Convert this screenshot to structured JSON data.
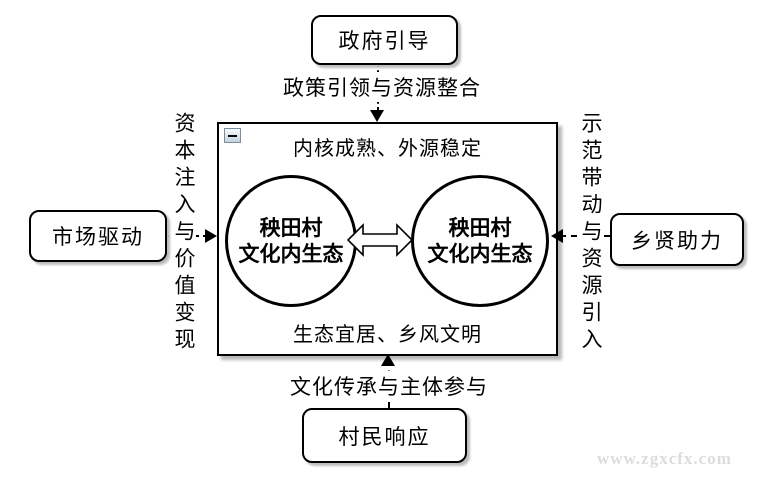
{
  "diagram": {
    "top_node_label": "政府引导",
    "top_edge_label": "政策引领与资源整合",
    "left_node_label": "市场驱动",
    "left_edge_label": "资本注入与价值变现",
    "right_node_label": "乡贤助力",
    "right_edge_label": "示范带动与资源引入",
    "bottom_node_label": "村民响应",
    "bottom_edge_label": "文化传承与主体参与",
    "core": {
      "top_text": "内核成熟、外源稳定",
      "bottom_text": "生态宜居、乡风文明",
      "left_circle": {
        "line1": "秧田村",
        "line2": "文化内生态"
      },
      "right_circle": {
        "line1": "秧田村",
        "line2": "文化内生态"
      }
    },
    "icons": {
      "collapse": "minus",
      "exchange": "double-headed-outline-arrow"
    }
  },
  "watermark": "www.zgxcfx.com",
  "colors": {
    "line": "#000000",
    "node_fill": "#ffffff",
    "shadow": "#b8b8b8",
    "watermark": "#dcdcdc"
  }
}
